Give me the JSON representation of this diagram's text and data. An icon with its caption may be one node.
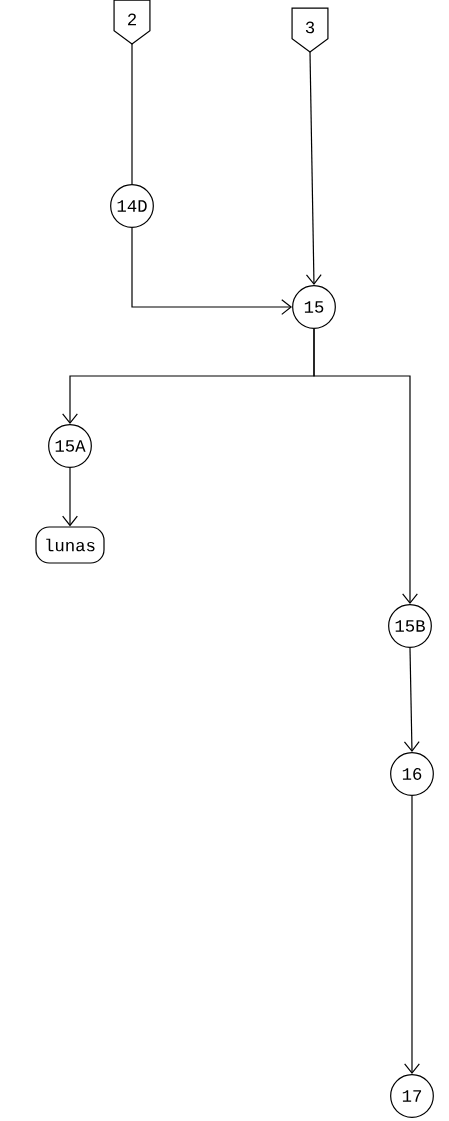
{
  "diagram": {
    "nodes": [
      {
        "text": [
          "2"
        ]
      },
      {
        "text": [
          "3"
        ]
      },
      {
        "text": [
          "14D"
        ]
      },
      {
        "text": [
          "15"
        ]
      },
      {
        "text": [
          "15A"
        ]
      },
      {
        "text": [
          "lunas"
        ]
      },
      {
        "text": [
          "15B"
        ]
      },
      {
        "text": [
          "16"
        ]
      },
      {
        "text": [
          "17"
        ]
      }
    ],
    "edges": [
      {
        "from": 0,
        "to": 2,
        "arrow": "none"
      },
      {
        "from": 2,
        "to": 3,
        "arrow": "to"
      },
      {
        "from": 1,
        "to": 3,
        "arrow": "to"
      },
      {
        "from": 3,
        "to": 4,
        "arrow": "to"
      },
      {
        "from": 3,
        "to": 6,
        "arrow": "to"
      },
      {
        "from": 4,
        "to": 5,
        "arrow": "to"
      },
      {
        "from": 6,
        "to": 7,
        "arrow": "to"
      },
      {
        "from": 7,
        "to": 8,
        "arrow": "to"
      }
    ]
  }
}
